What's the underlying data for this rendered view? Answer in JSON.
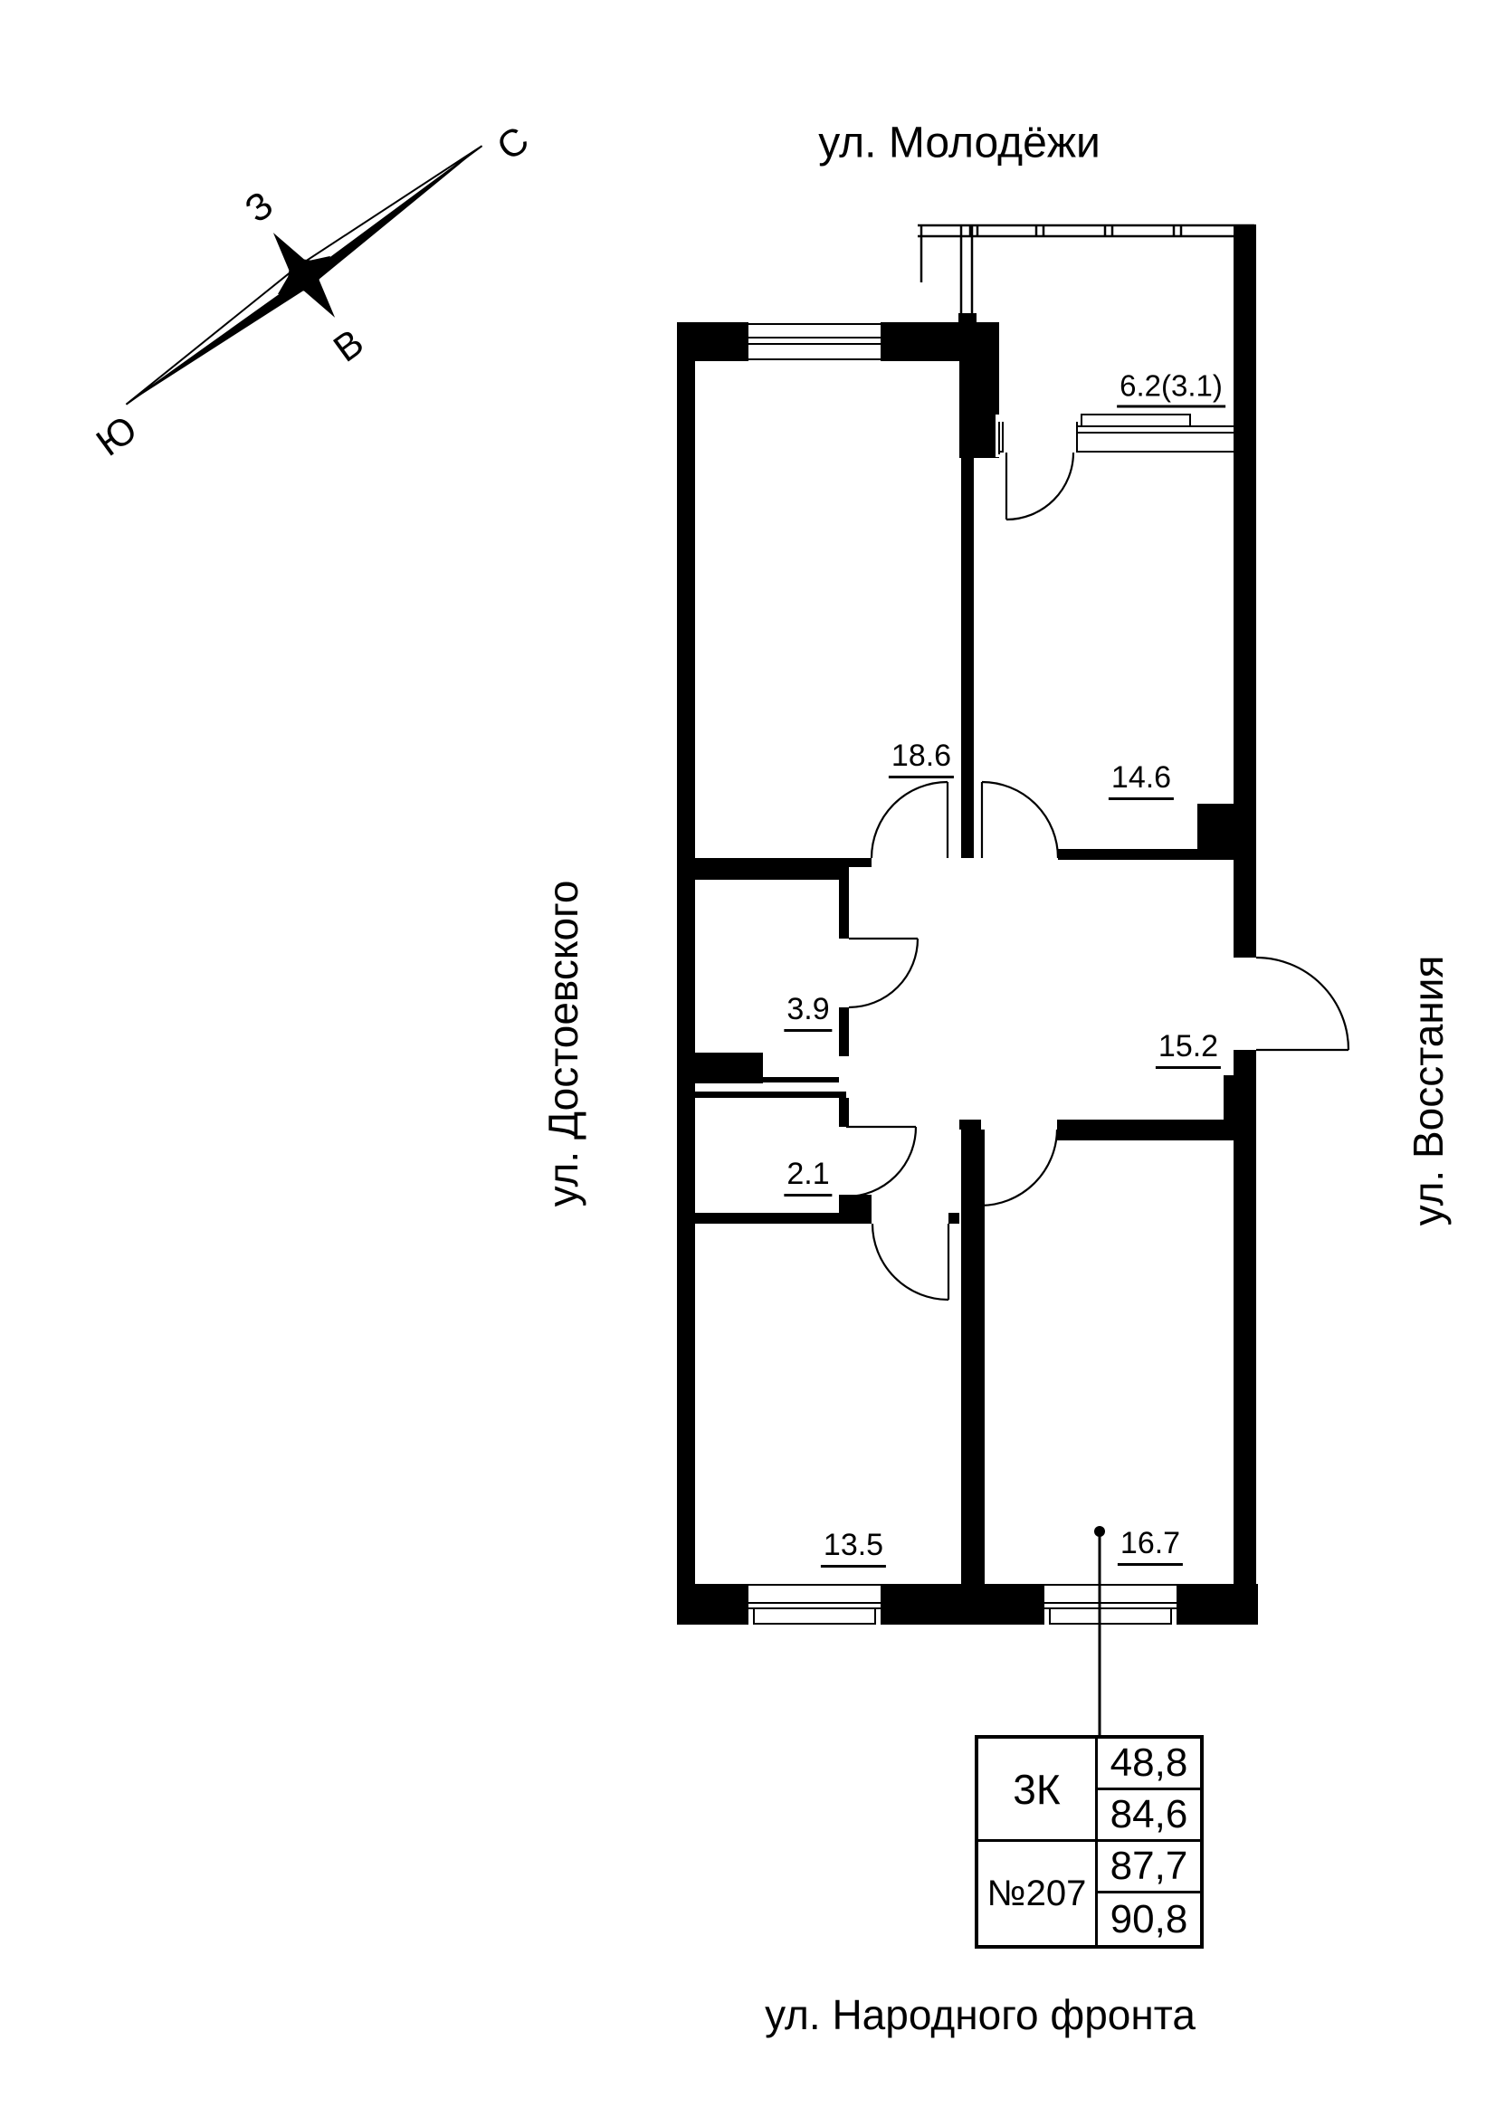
{
  "colors": {
    "ink": "#000000",
    "paper": "#ffffff"
  },
  "streets": {
    "top": "ул. Молодёжи",
    "bottom": "ул. Народного фронта",
    "left": "ул. Достоевского",
    "right": "ул. Восстания"
  },
  "compass": {
    "north": "С",
    "south": "Ю",
    "west": "З",
    "east": "В"
  },
  "rooms": {
    "balcony": "6.2(3.1)",
    "living": "18.6",
    "bedroom_top": "14.6",
    "bathroom": "3.9",
    "hallway": "15.2",
    "wc": "2.1",
    "bedroom_left": "13.5",
    "bedroom_right": "16.7"
  },
  "info_table": {
    "flat_type": "3К",
    "flat_number": "№207",
    "values": [
      "48,8",
      "84,6",
      "87,7",
      "90,8"
    ]
  }
}
